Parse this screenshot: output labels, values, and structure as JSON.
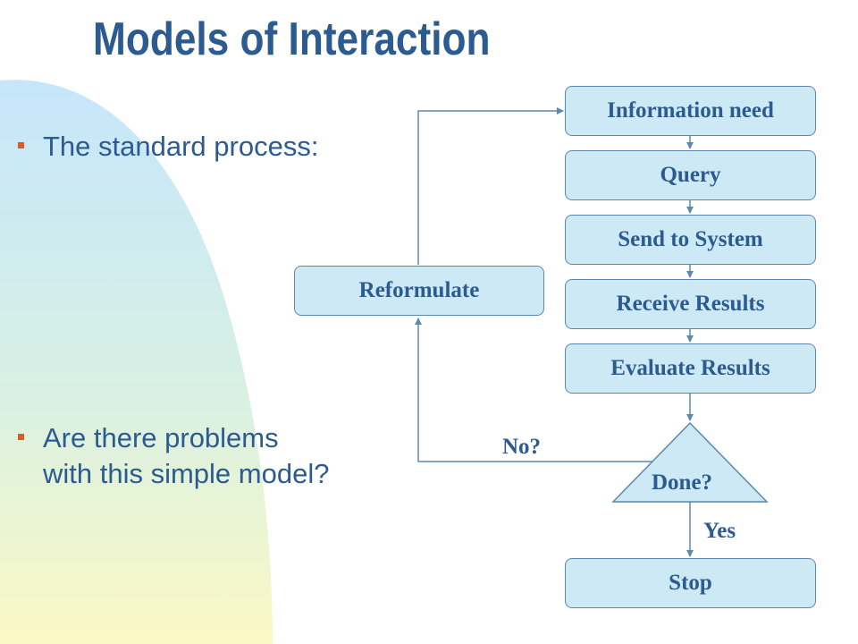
{
  "title": "Models of Interaction",
  "bullets": [
    {
      "marker_color": "#e0572a",
      "lines": [
        "The standard process:"
      ]
    },
    {
      "marker_color": "#e0572a",
      "lines": [
        "Are there problems",
        "with this simple model?"
      ]
    }
  ],
  "flowchart": {
    "steps": [
      "Information need",
      "Query",
      "Send to System",
      "Receive Results",
      "Evaluate Results"
    ],
    "decision": "Done?",
    "reformulate": "Reformulate",
    "no_label": "No?",
    "yes_label": "Yes",
    "stop": "Stop"
  },
  "colors": {
    "title": "#2b5b91",
    "box_fill": "#cde9f6",
    "box_border": "#5a89b1",
    "arrow": "#5a89b1"
  }
}
